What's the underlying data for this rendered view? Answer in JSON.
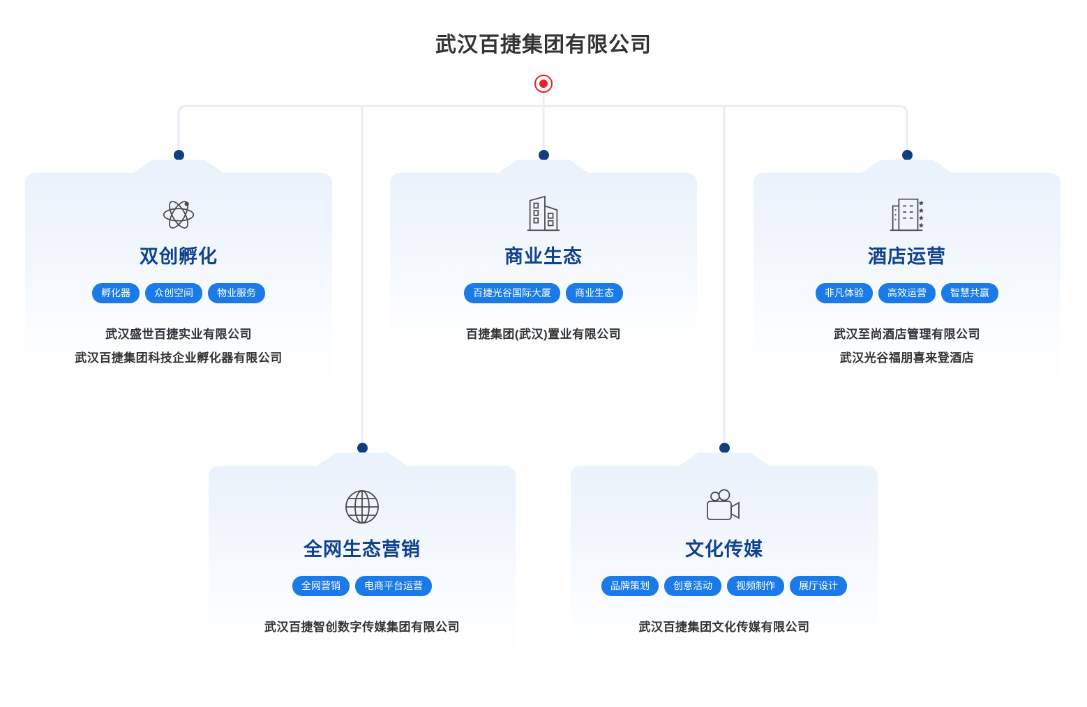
{
  "root": {
    "title": "武汉百捷集团有限公司",
    "node_icon": "root-ring-dot",
    "node_color": "#e6232b"
  },
  "theme": {
    "title_color": "#333333",
    "card_title_color": "#10418c",
    "tag_bg": "#1a7ae8",
    "tag_text": "#ffffff",
    "dot_color": "#0f3f80",
    "line_color": "#e7edf3",
    "card_bg_top": "#eaf2fb"
  },
  "branches": [
    {
      "id": "incubation",
      "icon": "atom-icon",
      "title": "双创孵化",
      "tags": [
        "孵化器",
        "众创空间",
        "物业服务"
      ],
      "companies": [
        "武汉盛世百捷实业有限公司",
        "武汉百捷集团科技企业孵化器有限公司"
      ]
    },
    {
      "id": "commercial-ecology",
      "icon": "office-buildings-icon",
      "title": "商业生态",
      "tags": [
        "百捷光谷国际大厦",
        "商业生态"
      ],
      "companies": [
        "百捷集团(武汉)置业有限公司"
      ]
    },
    {
      "id": "hotel-operation",
      "icon": "hotel-stars-icon",
      "title": "酒店运营",
      "tags": [
        "非凡体验",
        "高效运营",
        "智慧共赢"
      ],
      "companies": [
        "武汉至尚酒店管理有限公司",
        "武汉光谷福朋喜来登酒店"
      ]
    },
    {
      "id": "network-marketing",
      "icon": "globe-icon",
      "title": "全网生态营销",
      "tags": [
        "全网营销",
        "电商平台运营"
      ],
      "companies": [
        "武汉百捷智创数字传媒集团有限公司"
      ]
    },
    {
      "id": "culture-media",
      "icon": "video-camera-icon",
      "title": "文化传媒",
      "tags": [
        "品牌策划",
        "创意活动",
        "视频制作",
        "展厅设计"
      ],
      "companies": [
        "武汉百捷集团文化传媒有限公司"
      ]
    }
  ]
}
